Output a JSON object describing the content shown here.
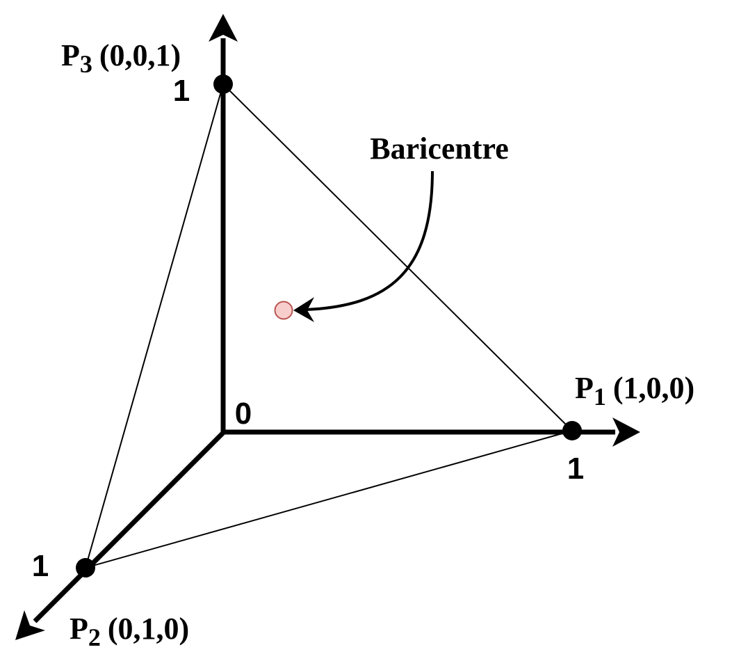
{
  "points": {
    "p1": {
      "name": "P",
      "index": "1",
      "coords": "(1,0,0)"
    },
    "p2": {
      "name": "P",
      "index": "2",
      "coords": "(0,1,0)"
    },
    "p3": {
      "name": "P",
      "index": "3",
      "coords": "(0,0,1)"
    }
  },
  "ticks": {
    "origin": "0",
    "x_one": "1",
    "y_one": "1",
    "z_one": "1"
  },
  "barycenter": {
    "label": "Baricentre",
    "fill_color": "#f8cecc",
    "stroke_color": "#b85450"
  },
  "colors": {
    "axes": "#000000",
    "edges": "#000000",
    "vertices": "#000000"
  }
}
